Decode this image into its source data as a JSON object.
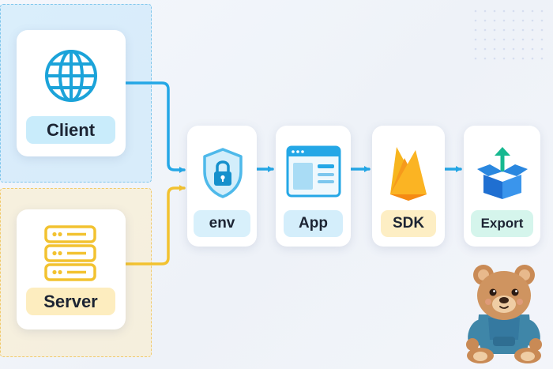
{
  "nodes": {
    "client": {
      "label": "Client",
      "icon": "globe-icon"
    },
    "server": {
      "label": "Server",
      "icon": "server-rack-icon"
    },
    "env": {
      "label": "env",
      "icon": "shield-lock-icon"
    },
    "app": {
      "label": "App",
      "icon": "browser-window-icon"
    },
    "sdk": {
      "label": "SDK",
      "icon": "firebase-flame-icon"
    },
    "export": {
      "label": "Export",
      "icon": "box-export-icon"
    }
  },
  "colors": {
    "client_accent": "#1ba3d9",
    "server_accent": "#f2c230",
    "arrow_blue": "#24a7e6",
    "arrow_yellow": "#f2c230"
  },
  "mascot": "teddy-bear-hoodie"
}
